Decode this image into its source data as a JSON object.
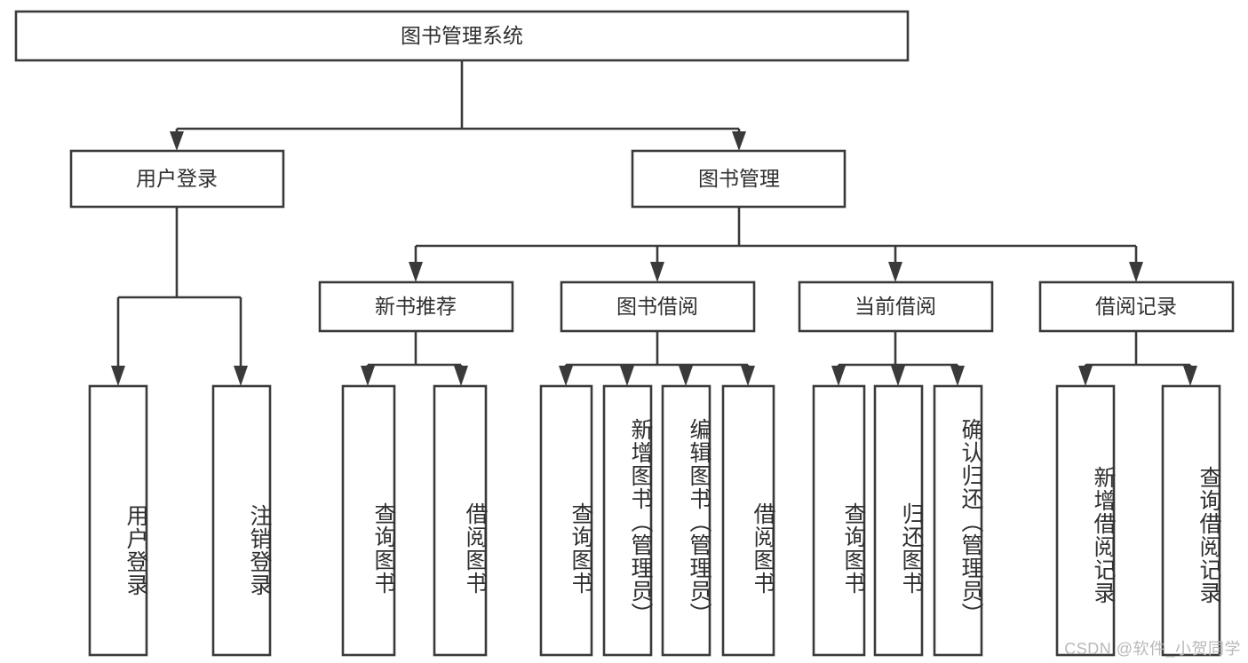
{
  "diagram": {
    "title": "图书管理系统",
    "watermark": "CSDN @软件_小贺同学",
    "colors": {
      "stroke": "#3a3a3a",
      "text": "#2f2f2f",
      "background": "#ffffff",
      "watermark": "#b9b9b9"
    },
    "root": {
      "label": "图书管理系统"
    },
    "level2": [
      {
        "label": "用户登录"
      },
      {
        "label": "图书管理"
      }
    ],
    "level3": [
      {
        "label": "新书推荐"
      },
      {
        "label": "图书借阅"
      },
      {
        "label": "当前借阅"
      },
      {
        "label": "借阅记录"
      }
    ],
    "leaves": {
      "user_login": [
        {
          "label": "用户登录"
        },
        {
          "label": "注销登录"
        }
      ],
      "new_book_recommend": [
        {
          "label": "查询图书"
        },
        {
          "label": "借阅图书"
        }
      ],
      "book_borrow": [
        {
          "label": "查询图书"
        },
        {
          "label": "新增图书（管理员）"
        },
        {
          "label": "编辑图书（管理员）"
        },
        {
          "label": "借阅图书"
        }
      ],
      "current_borrow": [
        {
          "label": "查询图书"
        },
        {
          "label": "归还图书"
        },
        {
          "label": "确认归还（管理员）"
        }
      ],
      "borrow_record": [
        {
          "label": "新增借阅记录"
        },
        {
          "label": "查询借阅记录"
        }
      ]
    }
  }
}
